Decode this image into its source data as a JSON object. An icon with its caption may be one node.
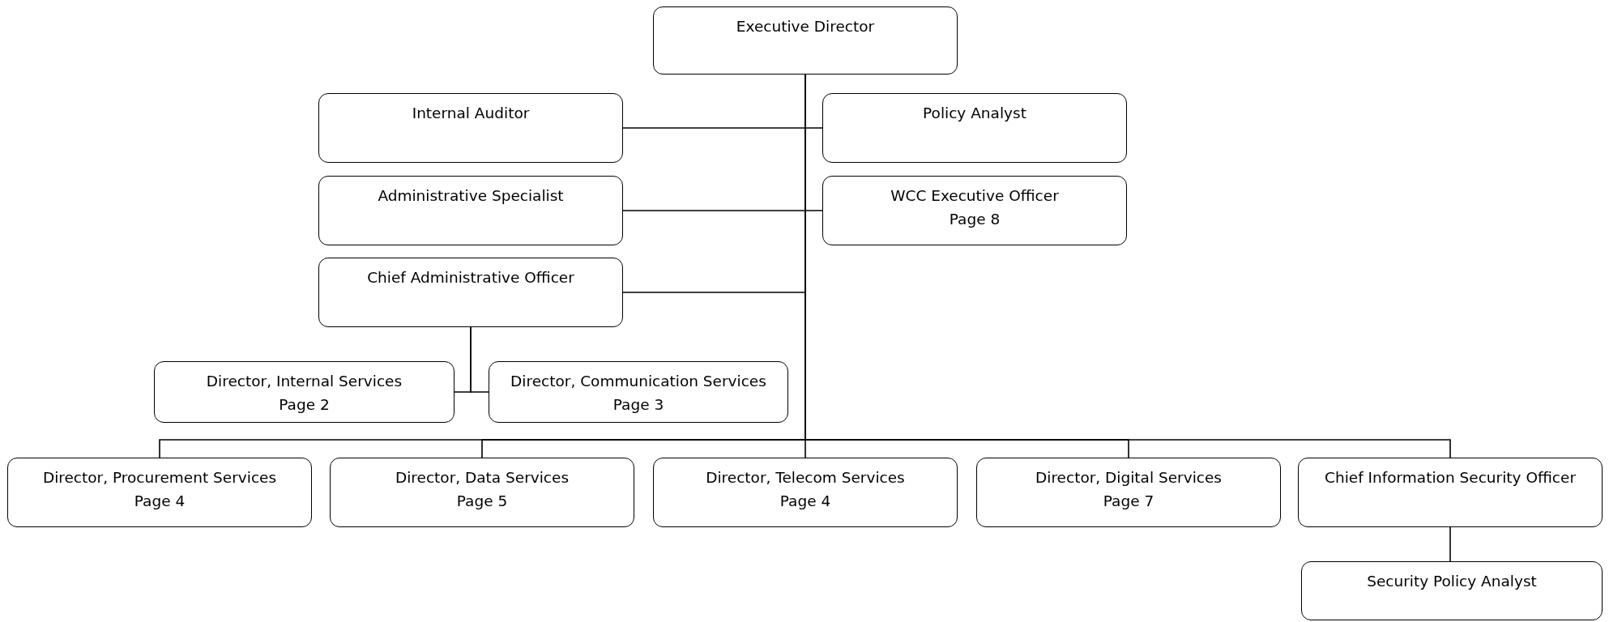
{
  "diagram": {
    "nodes": [
      {
        "text": [
          "Executive Director"
        ]
      },
      {
        "text": [
          "Internal Auditor"
        ]
      },
      {
        "text": [
          "Policy Analyst"
        ]
      },
      {
        "text": [
          "Administrative Specialist"
        ]
      },
      {
        "text": [
          "WCC Executive Officer",
          "Page 8"
        ]
      },
      {
        "text": [
          "Chief Administrative Officer"
        ]
      },
      {
        "text": [
          "Director, Internal Services",
          "Page 2"
        ]
      },
      {
        "text": [
          "Director, Communication Services",
          "Page 3"
        ]
      },
      {
        "text": [
          "Director, Procurement Services",
          "Page 4"
        ]
      },
      {
        "text": [
          "Director, Data Services",
          "Page 5"
        ]
      },
      {
        "text": [
          "Director, Telecom Services",
          "Page 4"
        ]
      },
      {
        "text": [
          "Director, Digital Services",
          "Page 7"
        ]
      },
      {
        "text": [
          "Chief Information Security Officer"
        ]
      },
      {
        "text": [
          "Security Policy Analyst"
        ]
      }
    ],
    "edges": [
      {
        "from": 0,
        "to": 1,
        "arrow": "none"
      },
      {
        "from": 0,
        "to": 2,
        "arrow": "none"
      },
      {
        "from": 0,
        "to": 3,
        "arrow": "none"
      },
      {
        "from": 0,
        "to": 4,
        "arrow": "none"
      },
      {
        "from": 0,
        "to": 5,
        "arrow": "none"
      },
      {
        "from": 5,
        "to": 6,
        "arrow": "none"
      },
      {
        "from": 5,
        "to": 7,
        "arrow": "none"
      },
      {
        "from": 0,
        "to": 8,
        "arrow": "none"
      },
      {
        "from": 0,
        "to": 9,
        "arrow": "none"
      },
      {
        "from": 0,
        "to": 10,
        "arrow": "none"
      },
      {
        "from": 0,
        "to": 11,
        "arrow": "none"
      },
      {
        "from": 0,
        "to": 12,
        "arrow": "none"
      },
      {
        "from": 12,
        "to": 13,
        "arrow": "none"
      }
    ]
  }
}
